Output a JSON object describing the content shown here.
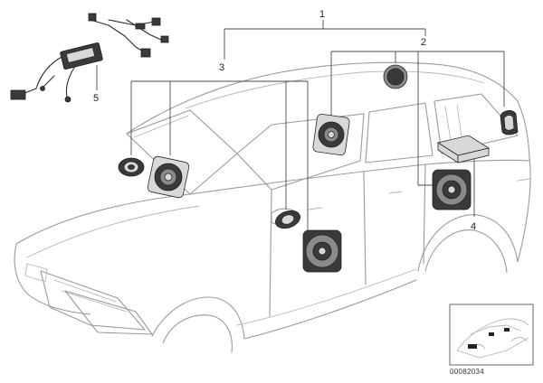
{
  "diagram": {
    "callouts": {
      "c1": "1",
      "c2": "2",
      "c3": "3",
      "c4": "4",
      "c5": "5"
    },
    "reference_number": "00082034"
  }
}
